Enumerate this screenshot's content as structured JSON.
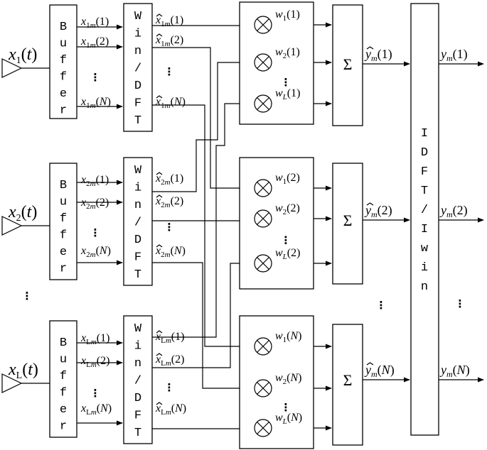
{
  "colors": {
    "stroke": "#000000",
    "background": "#ffffff"
  },
  "blocks": {
    "buffer_letters": [
      "B",
      "u",
      "f",
      "f",
      "e",
      "r"
    ],
    "windft_letters": [
      "W",
      "i",
      "n",
      "/",
      "D",
      "F",
      "T"
    ],
    "idft_letters": [
      "I",
      "D",
      "F",
      "T",
      "/",
      "I",
      "w",
      "i",
      "n"
    ],
    "sum_symbol": "Σ",
    "ellipsis_vertical": "⋮"
  },
  "channels": [
    {
      "input": "1",
      "bins": [
        {
          "x": "1m",
          "n": "1"
        },
        {
          "x": "1m",
          "n": "2"
        },
        {
          "x": "1m",
          "n": "N"
        }
      ]
    },
    {
      "input": "2",
      "bins": [
        {
          "x": "2m",
          "n": "1"
        },
        {
          "x": "2m",
          "n": "2"
        },
        {
          "x": "2m",
          "n": "N"
        }
      ]
    },
    {
      "input": "L",
      "bins": [
        {
          "x": "Lm",
          "n": "1"
        },
        {
          "x": "Lm",
          "n": "2"
        },
        {
          "x": "Lm",
          "n": "N"
        }
      ]
    }
  ],
  "weight_groups": [
    {
      "bin": "1",
      "weights": [
        "1",
        "2",
        "L"
      ]
    },
    {
      "bin": "2",
      "weights": [
        "1",
        "2",
        "L"
      ]
    },
    {
      "bin": "N",
      "weights": [
        "1",
        "2",
        "L"
      ]
    }
  ]
}
